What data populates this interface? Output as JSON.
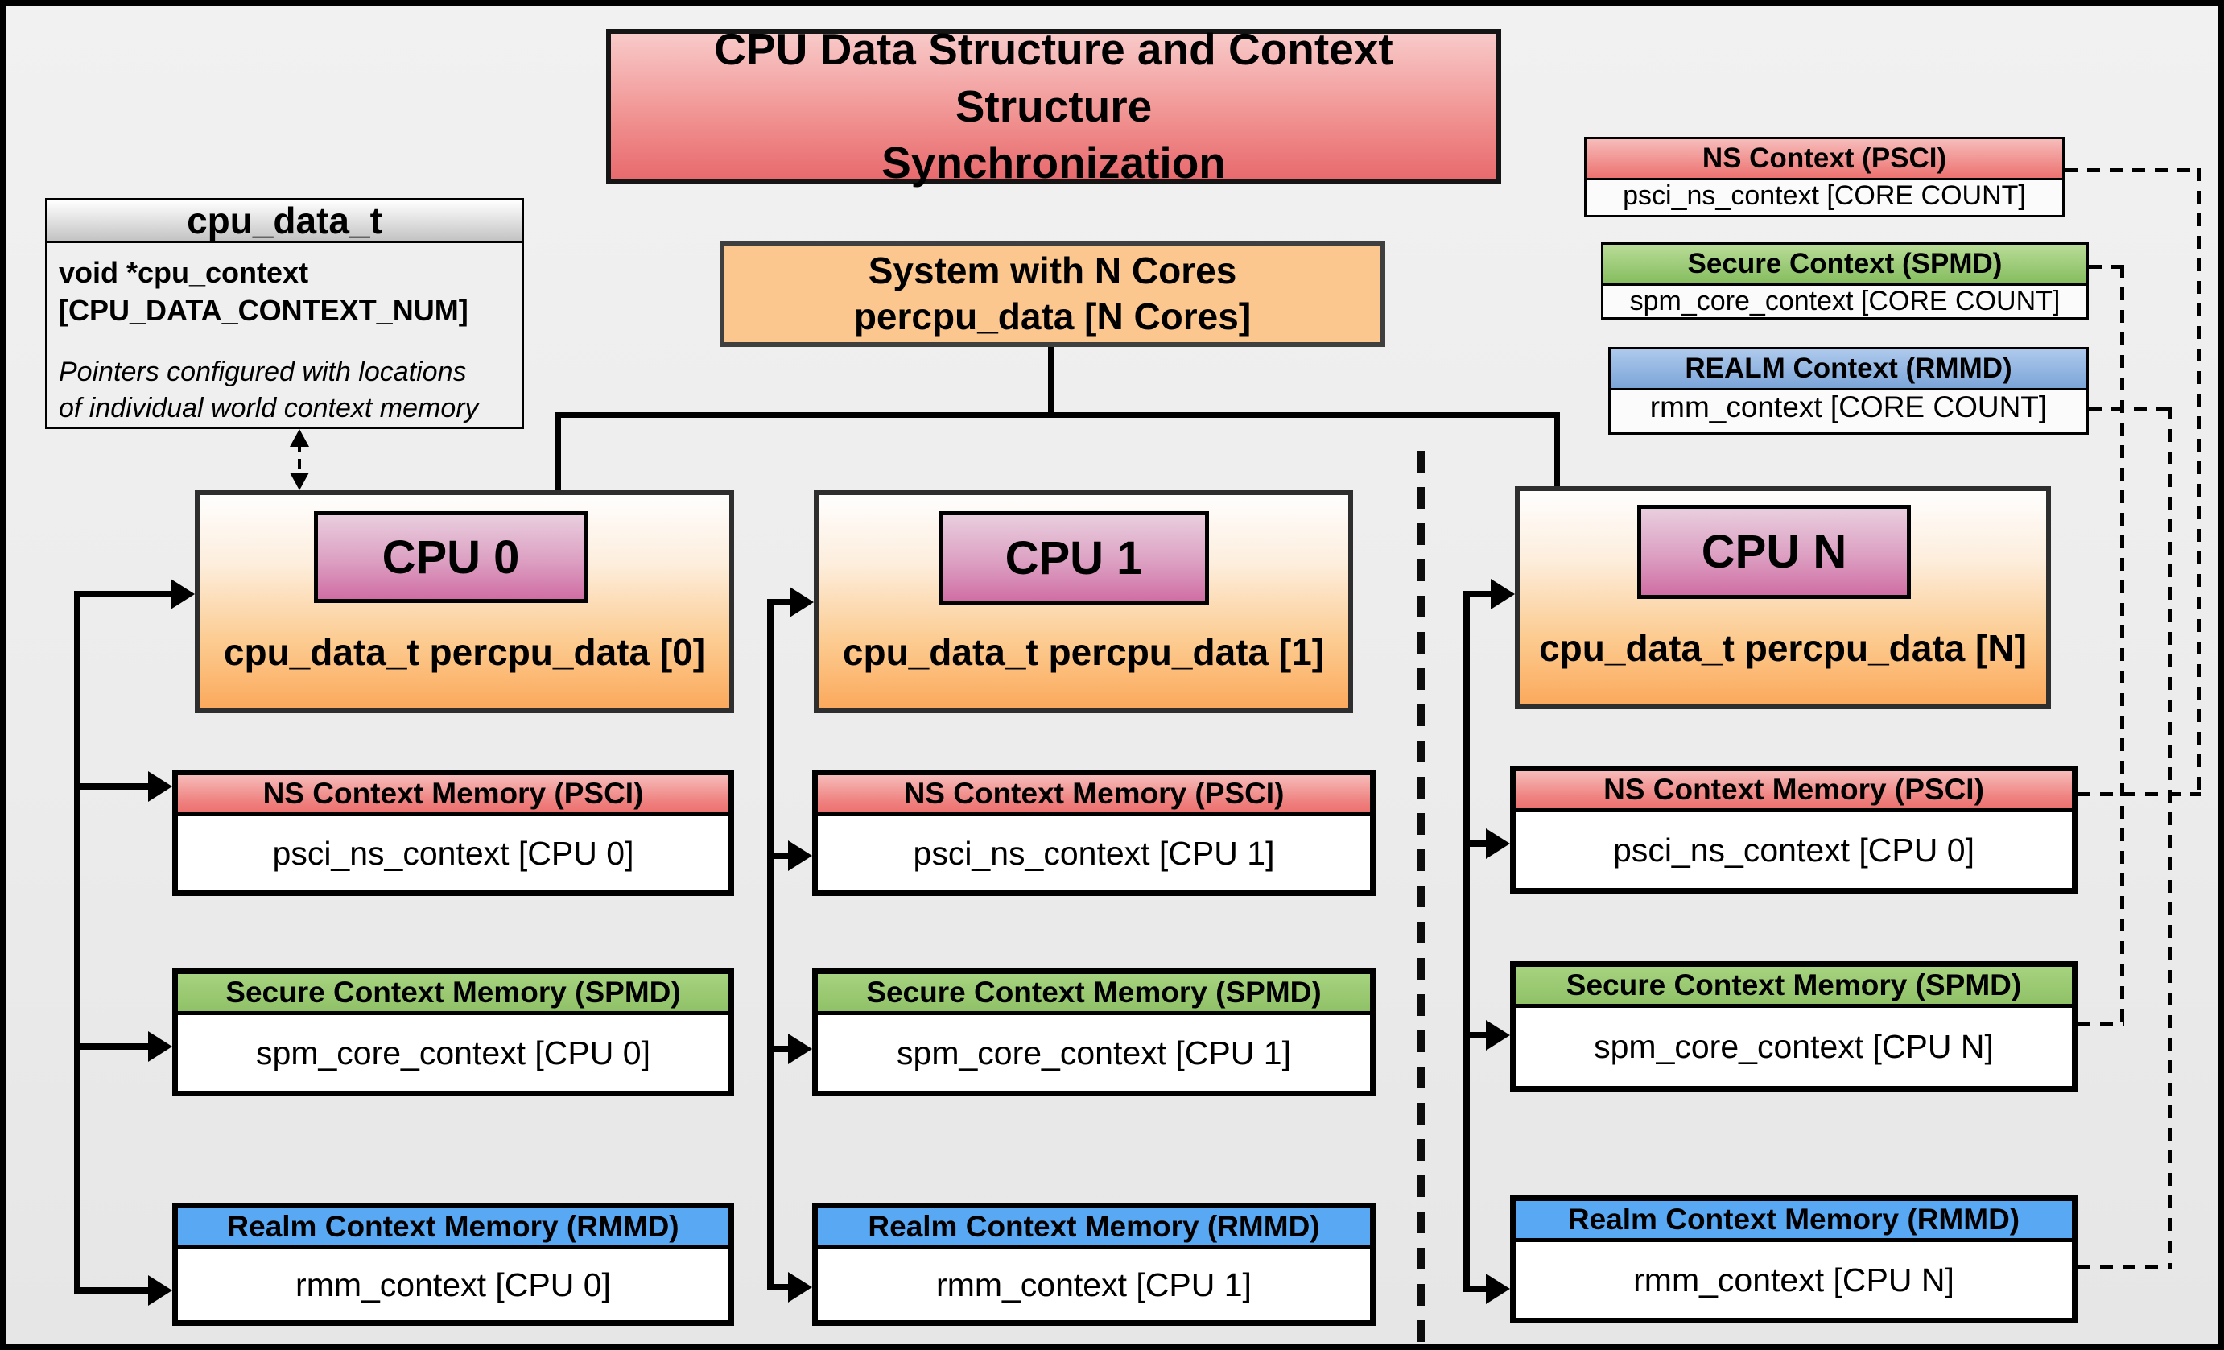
{
  "title": {
    "line1": "CPU Data Structure and Context Structure",
    "line2": "Synchronization"
  },
  "cpu_data_struct": {
    "header": "cpu_data_t",
    "field_line1": "void  *cpu_context",
    "field_line2": "[CPU_DATA_CONTEXT_NUM]",
    "note": "Pointers configured with locations of individual world context memory"
  },
  "system_box": {
    "line1": "System with N Cores",
    "line2": "percpu_data [N Cores]"
  },
  "legend": {
    "ns": {
      "header": "NS Context  (PSCI)",
      "body": "psci_ns_context [CORE COUNT]"
    },
    "secure": {
      "header": "Secure Context (SPMD)",
      "body": "spm_core_context [CORE COUNT]"
    },
    "realm": {
      "header": "REALM Context (RMMD)",
      "body": "rmm_context [CORE COUNT]"
    }
  },
  "cpus": [
    {
      "label": "CPU 0",
      "data_label": "cpu_data_t percpu_data [0]",
      "ns": {
        "header": "NS Context Memory (PSCI)",
        "body": "psci_ns_context [CPU 0]"
      },
      "secure": {
        "header": "Secure Context Memory (SPMD)",
        "body": "spm_core_context [CPU 0]"
      },
      "realm": {
        "header": "Realm Context Memory (RMMD)",
        "body": "rmm_context [CPU 0]"
      }
    },
    {
      "label": "CPU 1",
      "data_label": "cpu_data_t percpu_data [1]",
      "ns": {
        "header": "NS Context Memory (PSCI)",
        "body": "psci_ns_context [CPU 1]"
      },
      "secure": {
        "header": "Secure Context Memory (SPMD)",
        "body": "spm_core_context [CPU 1]"
      },
      "realm": {
        "header": "Realm Context Memory (RMMD)",
        "body": "rmm_context [CPU 1]"
      }
    },
    {
      "label": "CPU N",
      "data_label": "cpu_data_t percpu_data [N]",
      "ns": {
        "header": "NS Context Memory (PSCI)",
        "body": "psci_ns_context [CPU 0]"
      },
      "secure": {
        "header": "Secure Context Memory (SPMD)",
        "body": "spm_core_context [CPU N]"
      },
      "realm": {
        "header": "Realm Context Memory (RMMD)",
        "body": "rmm_context [CPU N]"
      }
    }
  ],
  "colors": {
    "red_header": "#ec7270",
    "green_header": "#90c167",
    "blue_header": "#58a8f4",
    "orange_box": "#fbc78e",
    "cpu_label_pink": "#d06ea4",
    "title_red": "#e86a6e",
    "background": "#ececec"
  }
}
